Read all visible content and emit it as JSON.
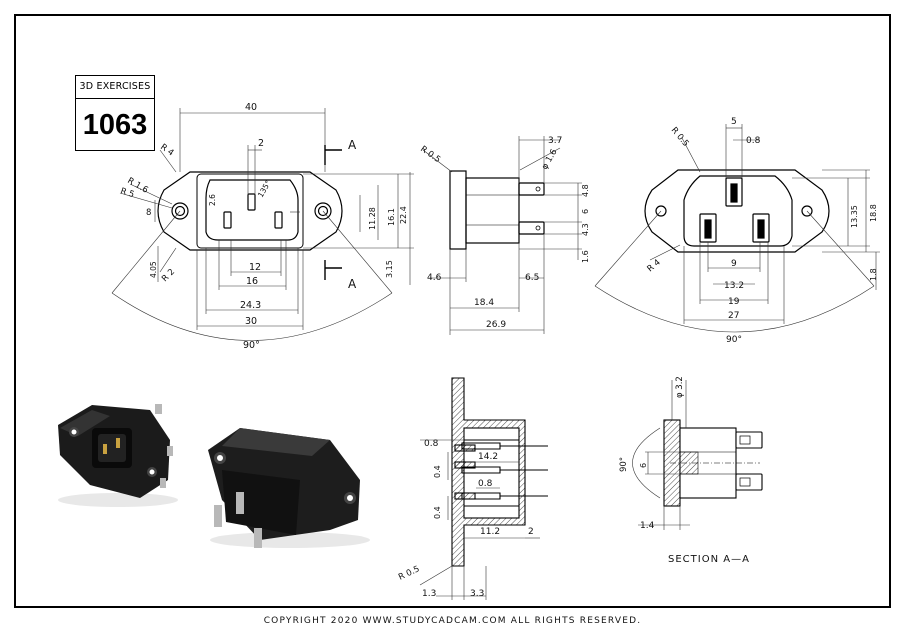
{
  "title_block": {
    "label": "3D EXERCISES",
    "number": "1063"
  },
  "copyright": "COPYRIGHT  2020 WWW.STUDYCADCAM.COM ALL RIGHTS RESERVED.",
  "section_label": "SECTION A—A",
  "section_marker": "A",
  "front_view": {
    "dims": {
      "overall_width": "40",
      "slot_spacing": "2",
      "r4": "R 4",
      "r16": "R 1.6",
      "r5": "R 5",
      "hole_h": "8",
      "pin_w": "2.6",
      "angle": "135°",
      "slot_w": "12",
      "inner_w": "16",
      "body_w": "24.3",
      "flange_w": "30",
      "arc_angle": "90°",
      "r2": "R 2",
      "offset": "4.05",
      "h1": "11.28",
      "h2": "16.1",
      "h3": "22.4",
      "h4": "3.15"
    }
  },
  "side_view": {
    "dims": {
      "r05": "R 0.5",
      "w37": "3.7",
      "d16": "φ 1.6",
      "h48": "4.8",
      "h6": "6",
      "h43": "4.3",
      "h16": "1.6",
      "w46": "4.6",
      "w65": "6.5",
      "w184": "18.4",
      "w269": "26.9"
    }
  },
  "rear_view": {
    "dims": {
      "r05": "R 0.5",
      "w5": "5",
      "w08": "0.8",
      "r4": "R 4",
      "w9": "9",
      "w132": "13.2",
      "w19": "19",
      "w27": "27",
      "arc": "90°",
      "h1335": "13.35",
      "h188": "18.8",
      "h18": "1.8"
    }
  },
  "bottom_section": {
    "dims": {
      "c08a": "0.8",
      "l142": "14.2",
      "c04a": "0.4",
      "c08b": "0.8",
      "c04b": "0.4",
      "l112": "11.2",
      "t2": "2",
      "r05": "R 0.5",
      "b13": "1.3",
      "b33": "3.3"
    }
  },
  "section_view": {
    "dims": {
      "d32": "φ 3.2",
      "a90": "90°",
      "h6": "6",
      "w14": "1.4"
    }
  }
}
